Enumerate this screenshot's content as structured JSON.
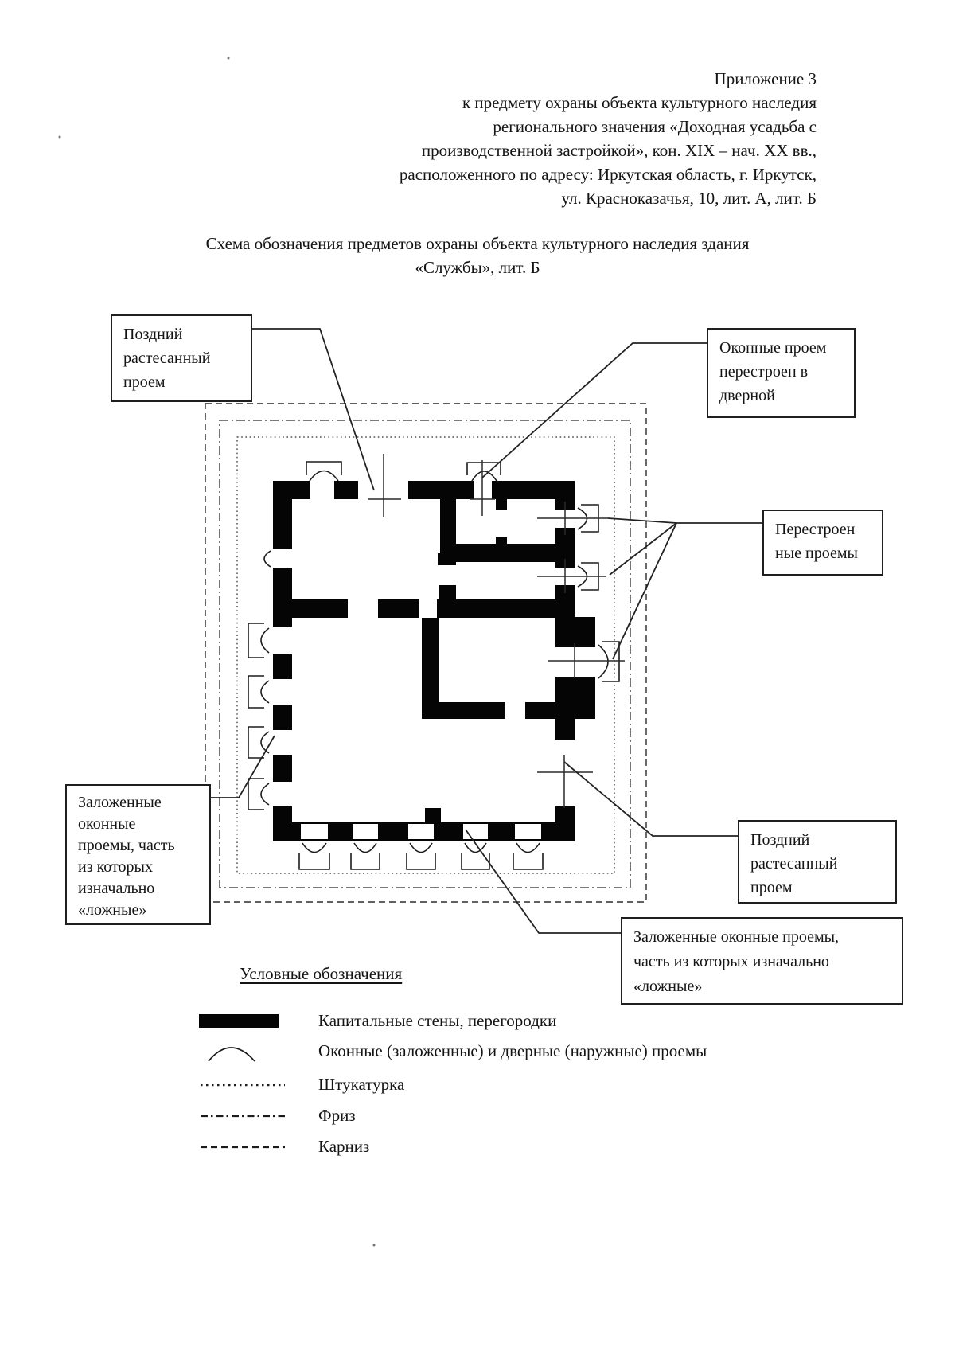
{
  "document": {
    "header": "Приложение 3\nк предмету охраны объекта культурного наследия\nрегионального значения «Доходная усадьба с\nпроизводственной застройкой», кон. XIX – нач. ХХ вв.,\nрасположенного по адресу: Иркутская область, г. Иркутск,\nул. Красноказачья, 10, лит. А, лит. Б",
    "title": "Схема обозначения предметов охраны объекта культурного наследия здания\n«Службы», лит. Б"
  },
  "callouts": {
    "top_left": {
      "text": "Поздний\nрастесанный\nпроем"
    },
    "top_right": {
      "text": "Оконные проем\nперестроен в\nдверной"
    },
    "right": {
      "text": "Перестроен\nные проемы"
    },
    "left": {
      "text": "Заложенные\nоконные\nпроемы, часть\nиз которых\nизначально\n«ложные»"
    },
    "bottom_right": {
      "text": "Поздний\nрастесанный\nпроем"
    },
    "bottom": {
      "text": "Заложенные оконные проемы,\nчасть из которых изначально\n«ложные»"
    }
  },
  "legend": {
    "heading": "Условные обозначения",
    "items": [
      {
        "symbol": "wall-bar",
        "label": "Капитальные стены, перегородки"
      },
      {
        "symbol": "window-arc",
        "label": "Оконные (заложенные) и дверные (наружные) проемы"
      },
      {
        "symbol": "dotted-line",
        "label": "Штукатурка"
      },
      {
        "symbol": "dash-dot-line",
        "label": "Фриз"
      },
      {
        "symbol": "dashed-line",
        "label": "Карниз"
      }
    ]
  },
  "colors": {
    "paper": "#ffffff",
    "ink": "#1a1a1a",
    "wall": "#050505"
  }
}
